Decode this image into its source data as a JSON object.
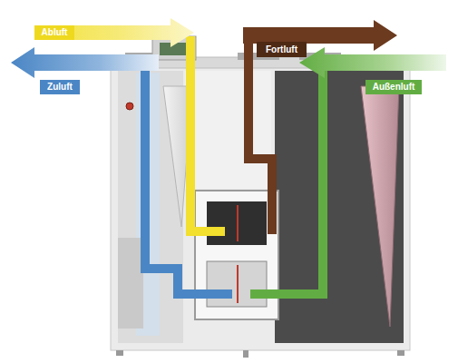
{
  "diagram": {
    "nodes": [
      {
        "text": [
          "Abluft"
        ]
      },
      {
        "text": [
          "Fortluft"
        ]
      },
      {
        "text": [
          "Zuluft"
        ]
      },
      {
        "text": [
          "Außenluft"
        ]
      }
    ]
  }
}
